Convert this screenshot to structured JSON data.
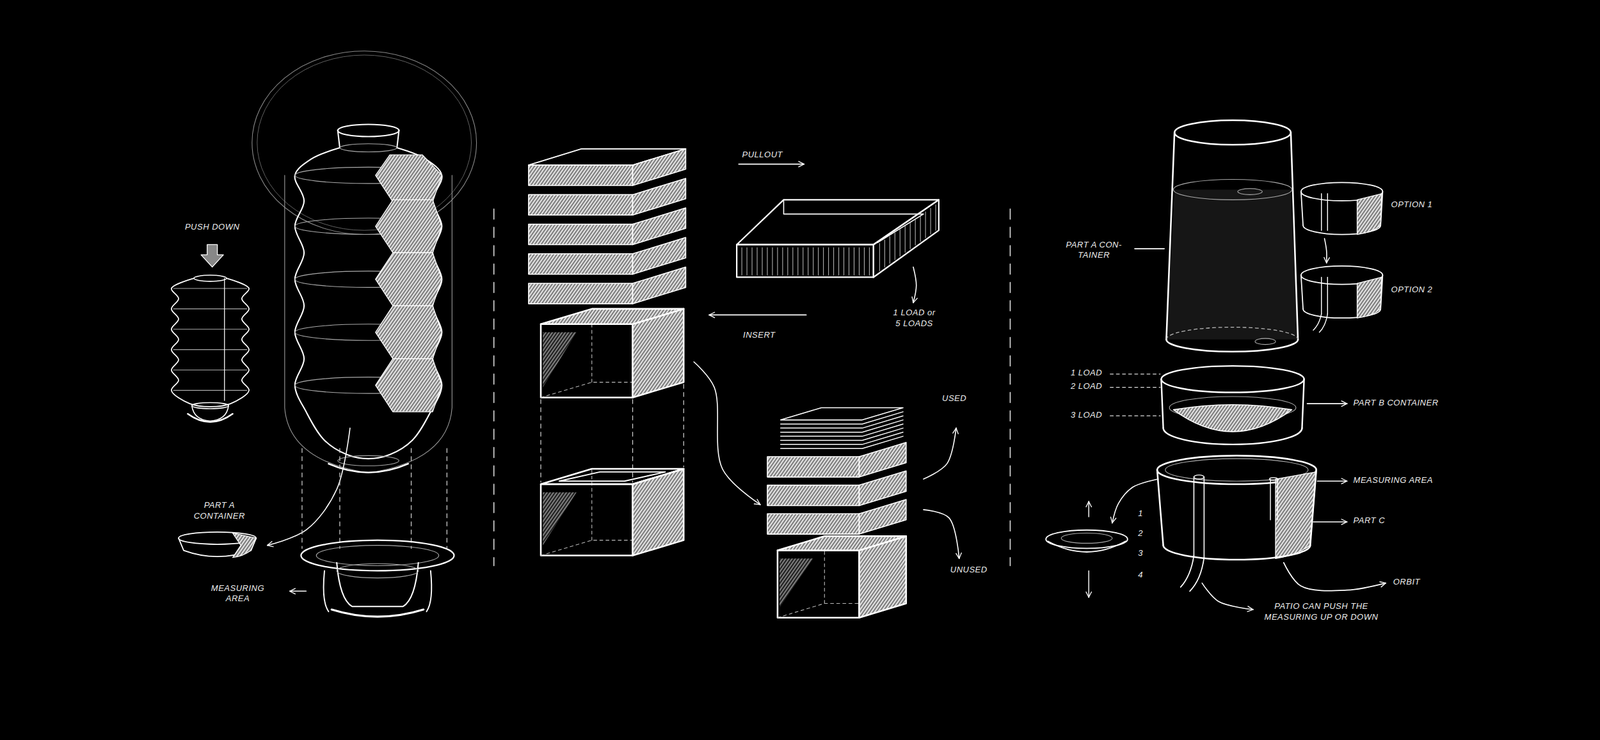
{
  "diagram": {
    "labels": [
      "PUSH DOWN",
      "PART A CONTAINER",
      "MEASURING AREA",
      "PULLOUT",
      "INSERT",
      "1 LOAD or 5 LOADS",
      "USED",
      "UNUSED",
      "PART A CON- TAINER",
      "OPTION 1",
      "OPTION 2",
      "1 LOAD",
      "2 LOAD",
      "3 LOAD",
      "PART B CONTAINER",
      "MEASURING AREA",
      "PART C",
      "1",
      "2",
      "3",
      "4",
      "ORBIT",
      "PATIO CAN PUSH THE MEASURING UP OR DOWN"
    ]
  }
}
